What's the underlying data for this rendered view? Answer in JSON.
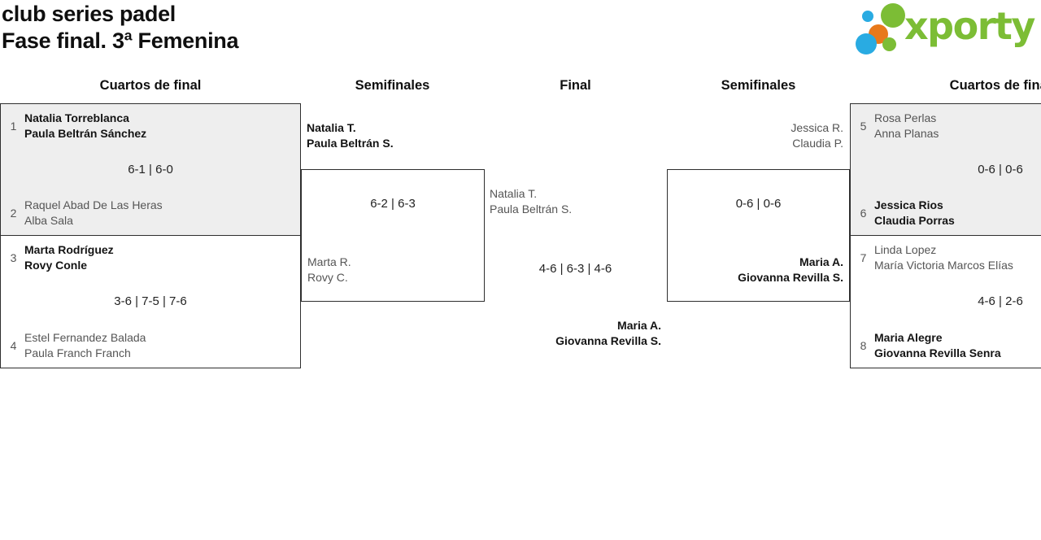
{
  "title": {
    "line1": "club series padel",
    "line2": "Fase final. 3ª Femenina"
  },
  "logo": {
    "wordmark": "xporty"
  },
  "colors": {
    "brand_green": "#7cbd35",
    "brand_blue": "#29abe2",
    "brand_orange": "#e8791b",
    "box_gray": "#eeeeee",
    "border": "#2e2e2e",
    "winner_text": "#141414",
    "loser_text": "#555555"
  },
  "round_headers": {
    "qf_left": "Cuartos de final",
    "sf_left": "Semifinales",
    "final": "Final",
    "sf_right": "Semifinales",
    "qf_right": "Cuartos de final"
  },
  "bracket": {
    "qf_left_top": {
      "seed_top": "1",
      "team_top": [
        "Natalia Torreblanca",
        "Paula Beltrán Sánchez"
      ],
      "score": "6-1 | 6-0",
      "seed_bottom": "2",
      "team_bottom": [
        "Raquel Abad De Las Heras",
        "Alba Sala"
      ]
    },
    "qf_left_bottom": {
      "seed_top": "3",
      "team_top": [
        "Marta Rodríguez",
        "Rovy Conle"
      ],
      "score": "3-6 | 7-5 | 7-6",
      "seed_bottom": "4",
      "team_bottom": [
        "Estel Fernandez Balada",
        "Paula Franch Franch"
      ]
    },
    "sf_left": {
      "winner": [
        "Natalia T.",
        "Paula Beltrán S."
      ],
      "score": "6-2 | 6-3",
      "loser": [
        "Marta R.",
        "Rovy C."
      ]
    },
    "final": {
      "team_top": [
        "Natalia T.",
        "Paula Beltrán S."
      ],
      "score": "4-6 | 6-3 | 4-6",
      "winner": [
        "Maria A.",
        "Giovanna Revilla S."
      ]
    },
    "sf_right": {
      "loser": [
        "Jessica R.",
        "Claudia P."
      ],
      "score": "0-6 | 0-6",
      "winner": [
        "Maria A.",
        "Giovanna Revilla S."
      ]
    },
    "qf_right_top": {
      "seed_top": "5",
      "team_top": [
        "Rosa Perlas",
        "Anna Planas"
      ],
      "score": "0-6 | 0-6",
      "seed_bottom": "6",
      "team_bottom": [
        "Jessica Rios",
        "Claudia Porras"
      ]
    },
    "qf_right_bottom": {
      "seed_top": "7",
      "team_top": [
        "Linda Lopez",
        "María Victoria Marcos Elías"
      ],
      "score": "4-6 | 2-6",
      "seed_bottom": "8",
      "team_bottom": [
        "Maria Alegre",
        "Giovanna Revilla Senra"
      ]
    }
  }
}
